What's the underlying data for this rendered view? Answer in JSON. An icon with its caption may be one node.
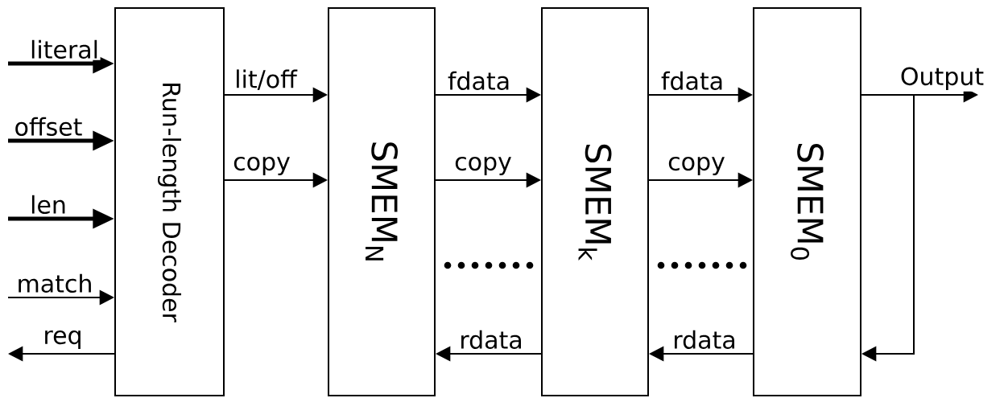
{
  "diagram": {
    "nodes": [
      {
        "text": [
          "Run-length Decoder"
        ]
      },
      {
        "text": [
          "SMEM$_{N}$"
        ]
      },
      {
        "text": [
          "SMEM$_{k}$"
        ]
      },
      {
        "text": [
          "SMEM$_{0}$"
        ]
      }
    ],
    "edges": [
      {
        "from": null,
        "to": 0,
        "arrow": "to",
        "label": "literal",
        "style": "thick"
      },
      {
        "from": null,
        "to": 0,
        "arrow": "to",
        "label": "offset",
        "style": "thick"
      },
      {
        "from": null,
        "to": 0,
        "arrow": "to",
        "label": "len",
        "style": "thick"
      },
      {
        "from": null,
        "to": 0,
        "arrow": "to",
        "label": "match"
      },
      {
        "from": 0,
        "to": null,
        "arrow": "to",
        "label": "req"
      },
      {
        "from": 0,
        "to": 1,
        "arrow": "to",
        "label": "lit/off"
      },
      {
        "from": 0,
        "to": 1,
        "arrow": "to",
        "label": "copy"
      },
      {
        "from": 1,
        "to": 2,
        "arrow": "to",
        "label": "fdata"
      },
      {
        "from": 1,
        "to": 2,
        "arrow": "to",
        "label": "copy"
      },
      {
        "from": 2,
        "to": 1,
        "arrow": "to",
        "label": "rdata"
      },
      {
        "from": 2,
        "to": 3,
        "arrow": "to",
        "label": "fdata"
      },
      {
        "from": 2,
        "to": 3,
        "arrow": "to",
        "label": "copy"
      },
      {
        "from": 3,
        "to": 2,
        "arrow": "to",
        "label": "rdata"
      },
      {
        "from": 3,
        "to": null,
        "arrow": "to",
        "label": "Output"
      },
      {
        "from": 3,
        "to": 3,
        "arrow": "to"
      }
    ]
  }
}
